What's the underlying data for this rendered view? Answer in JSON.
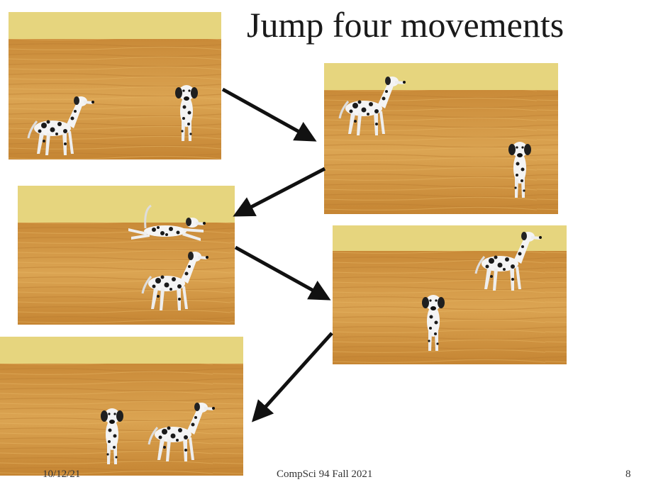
{
  "slide": {
    "title": "Jump four movements",
    "footer": {
      "date": "10/12/21",
      "course": "CompSci 94 Fall 2021",
      "page": "8"
    }
  },
  "scene": {
    "sky_color": "#e6d57e",
    "floor_color": "#d9a24a",
    "floor_dark": "#b97a2c",
    "arrow_color": "#111111",
    "frames": [
      {
        "step": 1,
        "content": [
          "dalmatian-standing-side",
          "dalmatian-standing-front"
        ]
      },
      {
        "step": 2,
        "content": [
          "dalmatian-standing-side",
          "dalmatian-standing-front"
        ]
      },
      {
        "step": 3,
        "content": [
          "dalmatian-jumping",
          "dalmatian-standing-side"
        ]
      },
      {
        "step": 4,
        "content": [
          "dalmatian-standing-front",
          "dalmatian-standing-side"
        ]
      },
      {
        "step": 5,
        "content": [
          "dalmatian-standing-front",
          "dalmatian-standing-side"
        ]
      }
    ]
  }
}
